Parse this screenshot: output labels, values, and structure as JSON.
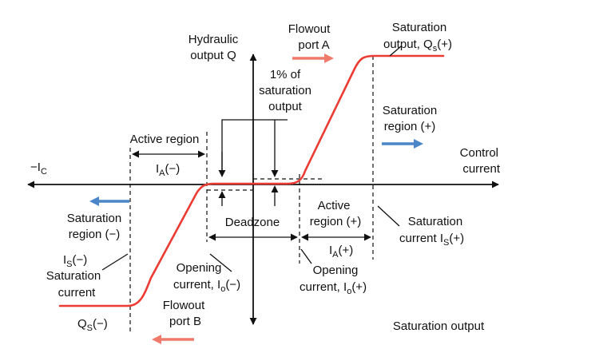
{
  "colors": {
    "curve": "#ec3b32",
    "red_arrow": "#f07a6b",
    "blue_arrow": "#4a86c8",
    "ink": "#111111"
  },
  "labels": {
    "y_axis": [
      "Hydraulic",
      "output Q"
    ],
    "neg_x": {
      "main": "−I",
      "sub": "C"
    },
    "x_axis": [
      "Control",
      "current"
    ],
    "flowout_a": [
      "Flowout",
      "port A"
    ],
    "flowout_b": [
      "Flowout",
      "port B"
    ],
    "sat_output_pos": {
      "line1": "Saturation",
      "line2_main": "output, Q",
      "line2_sub": "s",
      "line2_tail": "(+)"
    },
    "one_percent": [
      "1% of",
      "saturation",
      "output"
    ],
    "sat_region_pos": [
      "Saturation",
      "region (+)"
    ],
    "sat_region_neg": [
      "Saturation",
      "region (−)"
    ],
    "active_region": "Active region",
    "active_region_pos": [
      "Active",
      "region (+)"
    ],
    "ia_neg": {
      "main": "I",
      "sub": "A",
      "tail": "(−)"
    },
    "ia_pos": {
      "main": "I",
      "sub": "A",
      "tail": "(+)"
    },
    "deadzone": "Deadzone",
    "sat_current_pos": {
      "line1": "Saturation",
      "line2_main": "current I",
      "line2_sub": "S",
      "line2_tail": "(+)"
    },
    "sat_current_neg": {
      "line1_main": "I",
      "line1_sub": "S",
      "line1_tail": "(−)",
      "line2": "Saturation",
      "line3": "current"
    },
    "opening_neg": {
      "line1": "Opening",
      "line2_main": "current, I",
      "line2_sub": "o",
      "line2_tail": "(−)"
    },
    "opening_pos": {
      "line1": "Opening",
      "line2_main": "current, I",
      "line2_sub": "o",
      "line2_tail": "(+)"
    },
    "qs_neg": {
      "main": "Q",
      "sub": "S",
      "tail": "(−)"
    },
    "saturation_output": "Saturation output"
  }
}
